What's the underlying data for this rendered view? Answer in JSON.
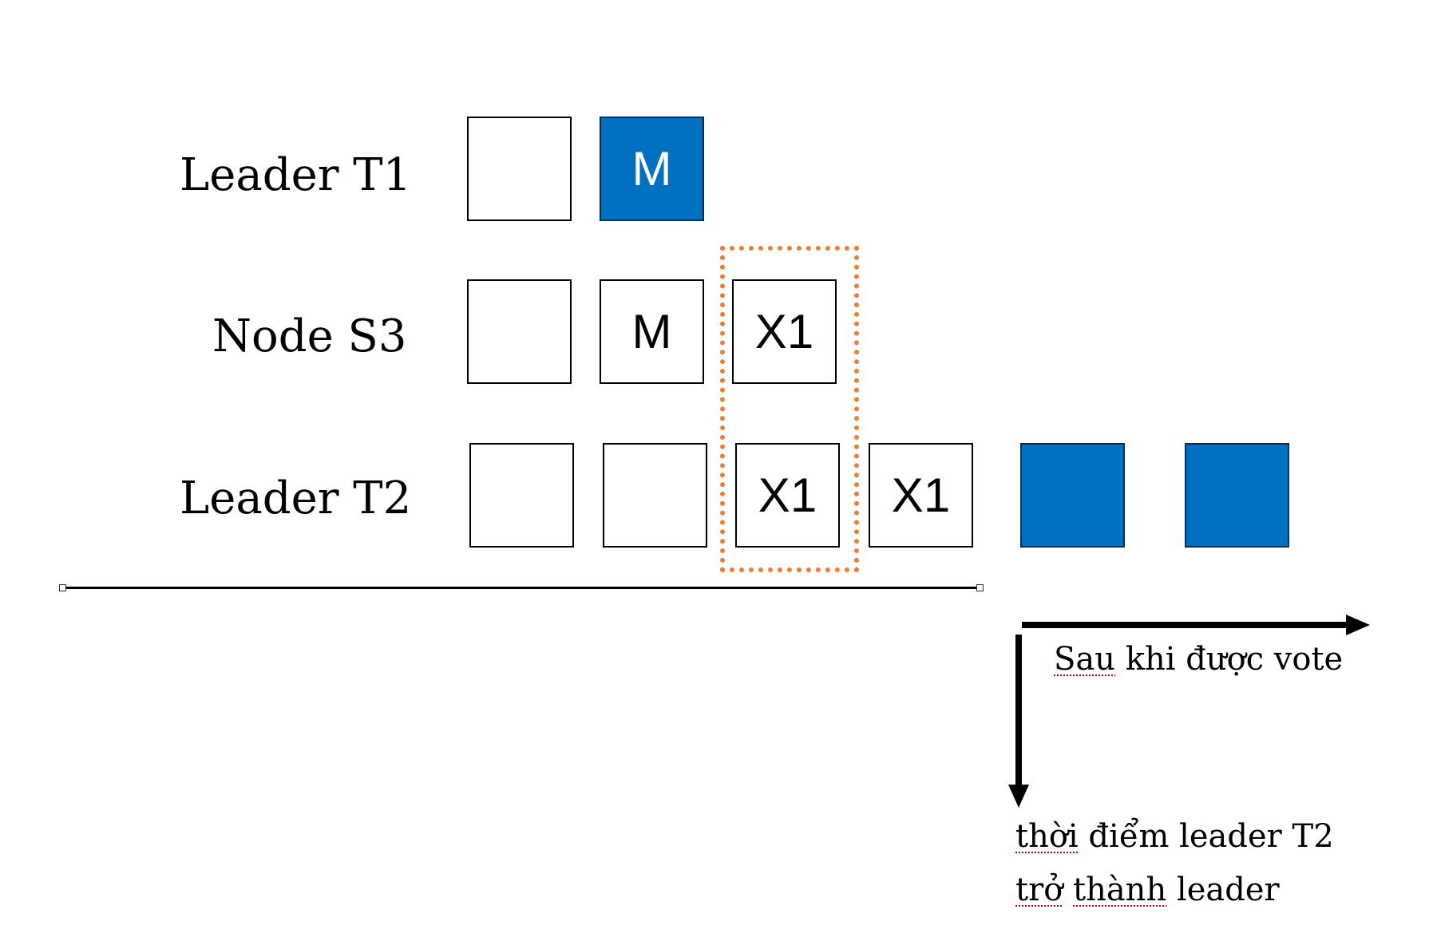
{
  "colors": {
    "entry_fill": "#0070C0",
    "highlight": "#ED7D31",
    "line": "#000000"
  },
  "rows": [
    {
      "label": "Leader T1",
      "cells": [
        {
          "text": "",
          "filled": false
        },
        {
          "text": "M",
          "filled": true
        }
      ]
    },
    {
      "label": "Node S3",
      "cells": [
        {
          "text": "",
          "filled": false
        },
        {
          "text": "M",
          "filled": false
        },
        {
          "text": "X1",
          "filled": false
        }
      ]
    },
    {
      "label": "Leader T2",
      "cells": [
        {
          "text": "",
          "filled": false
        },
        {
          "text": "",
          "filled": false
        },
        {
          "text": "X1",
          "filled": false
        },
        {
          "text": "X1",
          "filled": false
        },
        {
          "text": "",
          "filled": true
        },
        {
          "text": "",
          "filled": true
        }
      ]
    }
  ],
  "annotations": {
    "after_vote": {
      "prefix": "Sau",
      "rest": " khi được vote"
    },
    "leader_moment": {
      "line1_prefix": "thời",
      "line1_rest": " điểm leader T2",
      "line2_prefix": "trở",
      "line2_mid": " ",
      "line2_thanh": "thành",
      "line2_rest": " leader"
    }
  },
  "icons": {
    "right_arrow": "right-arrow-icon",
    "down_arrow": "down-arrow-icon"
  }
}
